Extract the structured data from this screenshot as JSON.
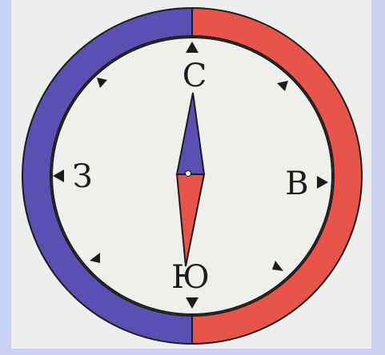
{
  "compass": {
    "labels": {
      "north": "С",
      "east": "В",
      "south": "Ю",
      "west": "З"
    },
    "colors": {
      "background": "#c9d1f2",
      "paper": "#eeeeec",
      "west_half": "#5a4fb3",
      "east_half": "#e8544a",
      "needle_north": "#5a4fb3",
      "needle_south": "#e8544a",
      "ink": "#1c1c1c"
    }
  }
}
